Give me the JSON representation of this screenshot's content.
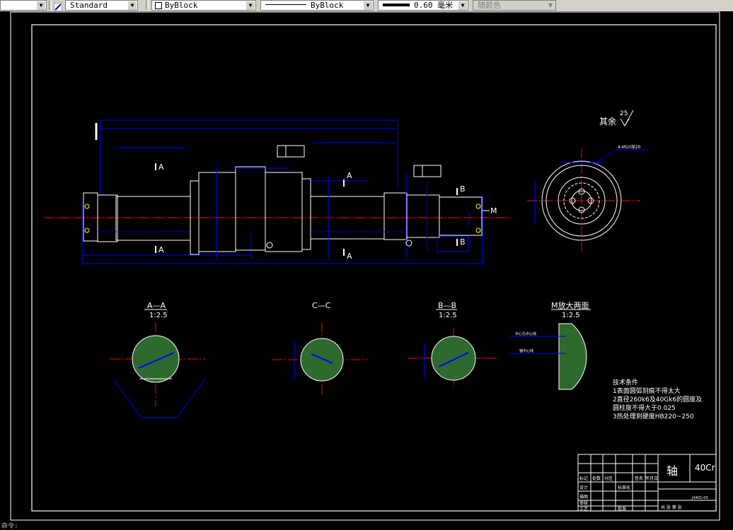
{
  "toolbar": {
    "text_style": "Standard",
    "layer_color": "ByBlock",
    "linetype": "ByBlock",
    "lineweight": "0.60 毫米",
    "plot_style": "随颜色"
  },
  "drawing": {
    "roughness_note": "其余",
    "roughness_value": "25",
    "section_marks": {
      "a": "A",
      "b": "B",
      "m": "M"
    },
    "sections": [
      {
        "title": "A—A",
        "scale": "1:2.5"
      },
      {
        "title": "C—C",
        "scale": ""
      },
      {
        "title": "B—B",
        "scale": "1:2.5"
      },
      {
        "title": "M放大两面",
        "scale": "1:2.5"
      }
    ],
    "tech_requirements": {
      "heading": "技术条件",
      "lines": [
        "1表面圆弧刻痕不得太大",
        "2直径260k6及40Gk6的圆度及",
        "圆柱度不得大于0.025",
        "3热处理到硬度HB220~250"
      ]
    },
    "title_block": {
      "part_name": "轴",
      "material": "40Cr",
      "row_labels": [
        "标记",
        "设计",
        "描图",
        "审核",
        "工艺"
      ],
      "col_labels": [
        "处数",
        "分区",
        "签名",
        "年月日"
      ],
      "std_label": "标准化",
      "approve_label": "批准",
      "drawing_no": "JX401-03",
      "sheet_label": "共 张 第 张"
    },
    "hole_note": "4-M10深20",
    "m_detail_notes": [
      "中心孔中心线",
      "轴中心线"
    ]
  },
  "status": {
    "command_prefix": "命令:"
  }
}
